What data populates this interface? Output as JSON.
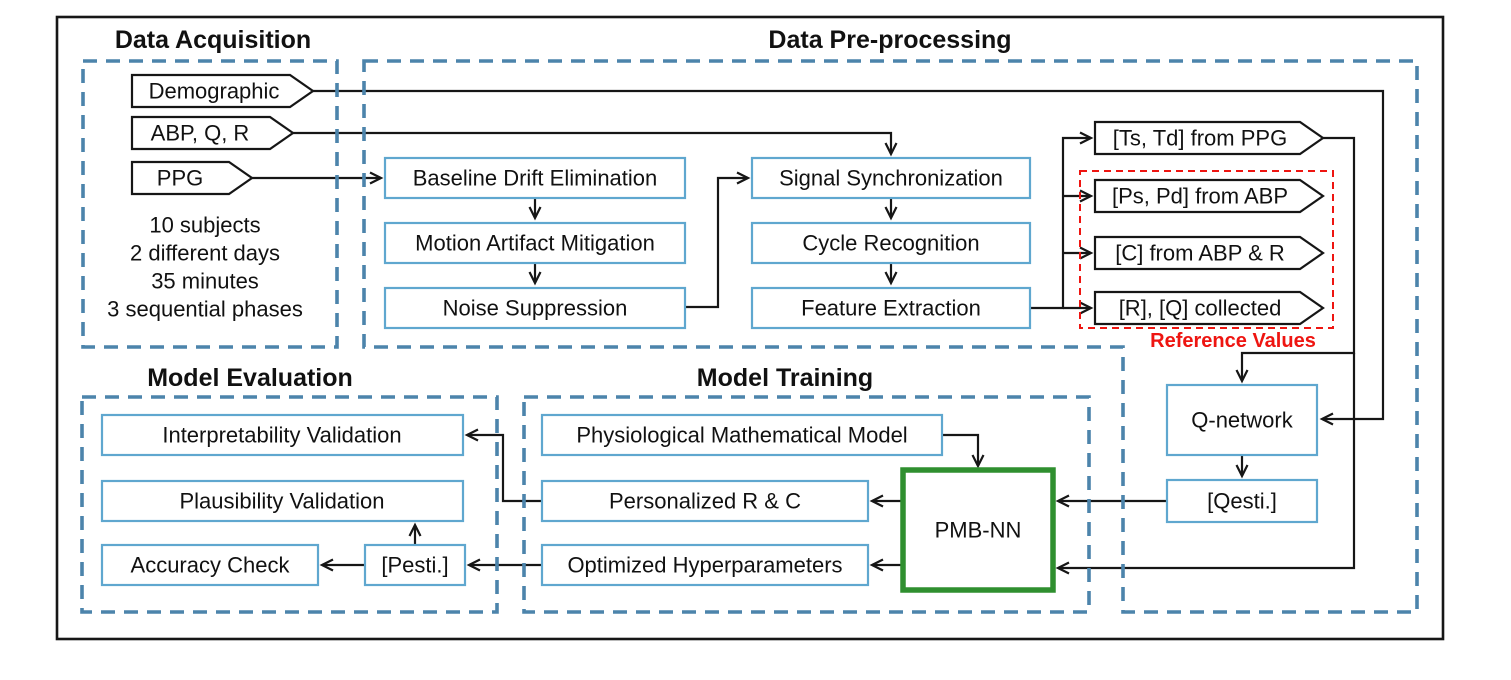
{
  "titles": {
    "acquisition": "Data Acquisition",
    "preprocessing": "Data Pre-processing",
    "evaluation": "Model Evaluation",
    "training": "Model Training"
  },
  "acquisition": {
    "tags": [
      "Demographic",
      "ABP, Q, R",
      "PPG"
    ],
    "info_lines": [
      "10 subjects",
      "2 different days",
      "35 minutes",
      "3 sequential phases"
    ]
  },
  "preprocessing": {
    "ppg_steps": [
      "Baseline Drift Elimination",
      "Motion Artifact Mitigation",
      "Noise Suppression"
    ],
    "sync_steps": [
      "Signal Synchronization",
      "Cycle Recognition",
      "Feature Extraction"
    ]
  },
  "outputs": {
    "ts_td": "[Ts, Td] from PPG",
    "ps_pd": "[Ps, Pd] from ABP",
    "c": "[C] from ABP & R",
    "rq": "[R], [Q] collected",
    "reference_label": "Reference Values"
  },
  "network": {
    "q_network": "Q-network",
    "qesti": "[Qesti.]",
    "pmbnn": "PMB-NN"
  },
  "training": {
    "pmm": "Physiological Mathematical Model",
    "personalized": "Personalized R & C",
    "hyper": "Optimized Hyperparameters"
  },
  "evaluation": {
    "interpretability": "Interpretability Validation",
    "plausibility": "Plausibility Validation",
    "accuracy": "Accuracy Check",
    "pesti": "[Pesti.]"
  },
  "colors": {
    "section_border": "#4c84ab",
    "node_border": "#5fa7cf",
    "pmbnn_border": "#2f8f2f",
    "reference": "#ee1511",
    "line": "#161616"
  }
}
